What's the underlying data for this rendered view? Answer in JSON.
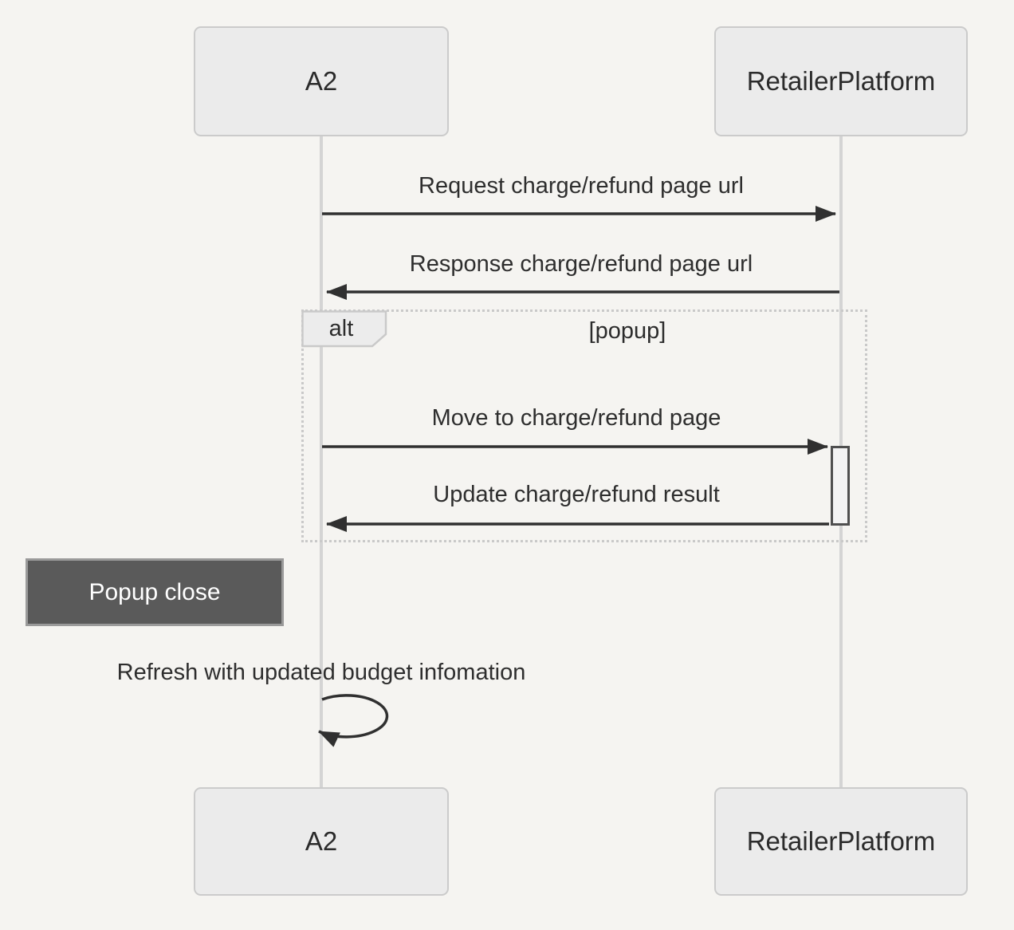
{
  "diagram": {
    "type": "sequence",
    "actors": [
      {
        "id": "a2",
        "label": "A2"
      },
      {
        "id": "retailer_platform",
        "label": "RetailerPlatform"
      }
    ],
    "messages": [
      {
        "from": "A2",
        "to": "RetailerPlatform",
        "direction": "right",
        "label": "Request charge/refund page url"
      },
      {
        "from": "RetailerPlatform",
        "to": "A2",
        "direction": "left",
        "label": "Response charge/refund page url"
      },
      {
        "from": "A2",
        "to": "RetailerPlatform",
        "direction": "right",
        "fragment": "alt",
        "label": "Move to charge/refund page"
      },
      {
        "from": "RetailerPlatform",
        "to": "A2",
        "direction": "left",
        "fragment": "alt",
        "label": "Update charge/refund result"
      },
      {
        "from": "A2",
        "to": "A2",
        "direction": "self",
        "label": "Refresh with updated budget infomation"
      }
    ],
    "fragment": {
      "operator": "alt",
      "guard": "[popup]"
    },
    "note": {
      "label": "Popup close"
    },
    "colors": {
      "background": "#f5f4f1",
      "actor_fill": "#ebebeb",
      "actor_border": "#cbcbcb",
      "lifeline": "#d4d4d4",
      "arrow": "#303030",
      "text": "#2e2e2e",
      "frame_border": "#c9c9c9",
      "activation_fill": "#f3f3f3",
      "activation_border": "#4f4f4f",
      "note_fill": "#5a5a5a",
      "note_border": "#9a9a9a",
      "note_text": "#ffffff"
    }
  }
}
